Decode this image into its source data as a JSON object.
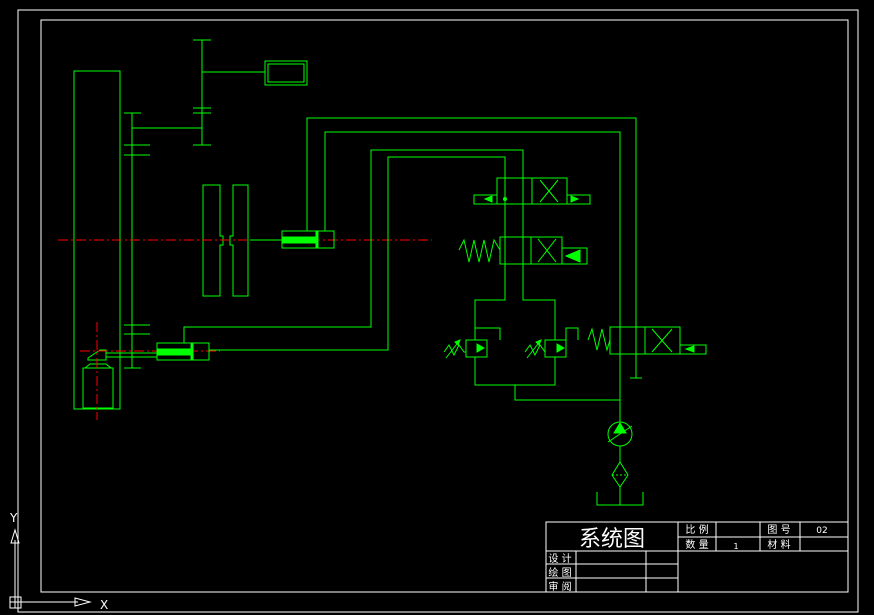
{
  "colors": {
    "background": "#000000",
    "frame": "#ffffff",
    "component": "#00ff00",
    "centerline": "#ff0000",
    "title_text": "#ffffff"
  },
  "title_block": {
    "title": "系统图",
    "scale_label": "比 例",
    "quantity_label": "数 量",
    "quantity_value": "1",
    "drawing_no_label": "图 号",
    "drawing_no_value": "02",
    "material_label": "材 料",
    "designer_label": "设 计",
    "drafter_label": "绘 图",
    "reviewer_label": "审 阅"
  },
  "ucs_icon": {
    "x_label": "X",
    "y_label": "Y"
  }
}
